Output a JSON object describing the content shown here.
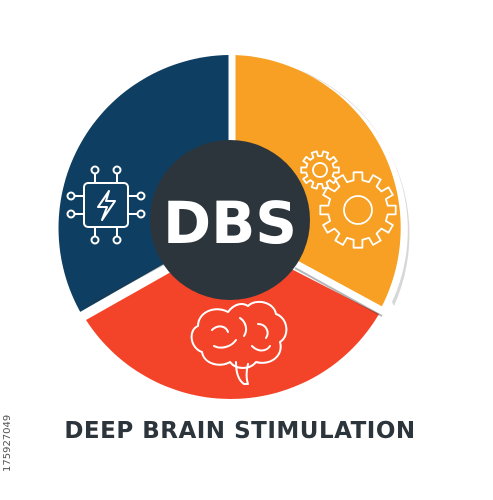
{
  "diagram": {
    "acronym": "DBS",
    "title": "DEEP BRAIN STIMULATION",
    "stock_id": "175927049",
    "segments": [
      {
        "name": "navy-segment",
        "color": "#0e3e61",
        "icon": "chip-lightning-icon"
      },
      {
        "name": "orange-segment",
        "color": "#f7a023",
        "icon": "gears-icon"
      },
      {
        "name": "red-segment",
        "color": "#f3442a",
        "icon": "brain-icon"
      }
    ],
    "hub_color": "#2c353b",
    "text_color": "#2c353b"
  }
}
